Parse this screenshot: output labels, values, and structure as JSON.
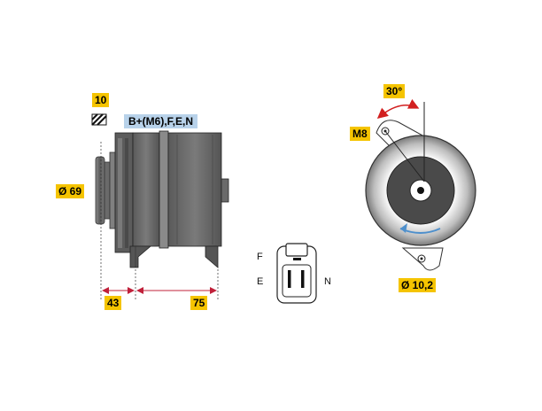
{
  "labels": {
    "ten": "10",
    "terminals": "B+(M6),F,E,N",
    "pulley_dia": "Ø 69",
    "dim_left": "43",
    "dim_right": "75",
    "angle": "30°",
    "mount_bolt": "M8",
    "hole_dia": "Ø 10,2"
  },
  "connector": {
    "f": "F",
    "e": "E",
    "n": "N"
  },
  "colors": {
    "label_yellow": "#f5c400",
    "terminal_blue": "#b8d2ea",
    "arc_red": "#d22020",
    "arrow_blue": "#4d8fcc",
    "body_gray": "#666666",
    "dark_gray": "#4a4a4a"
  },
  "icons": [
    "hatch-icon",
    "rotation-arrow-icon"
  ]
}
